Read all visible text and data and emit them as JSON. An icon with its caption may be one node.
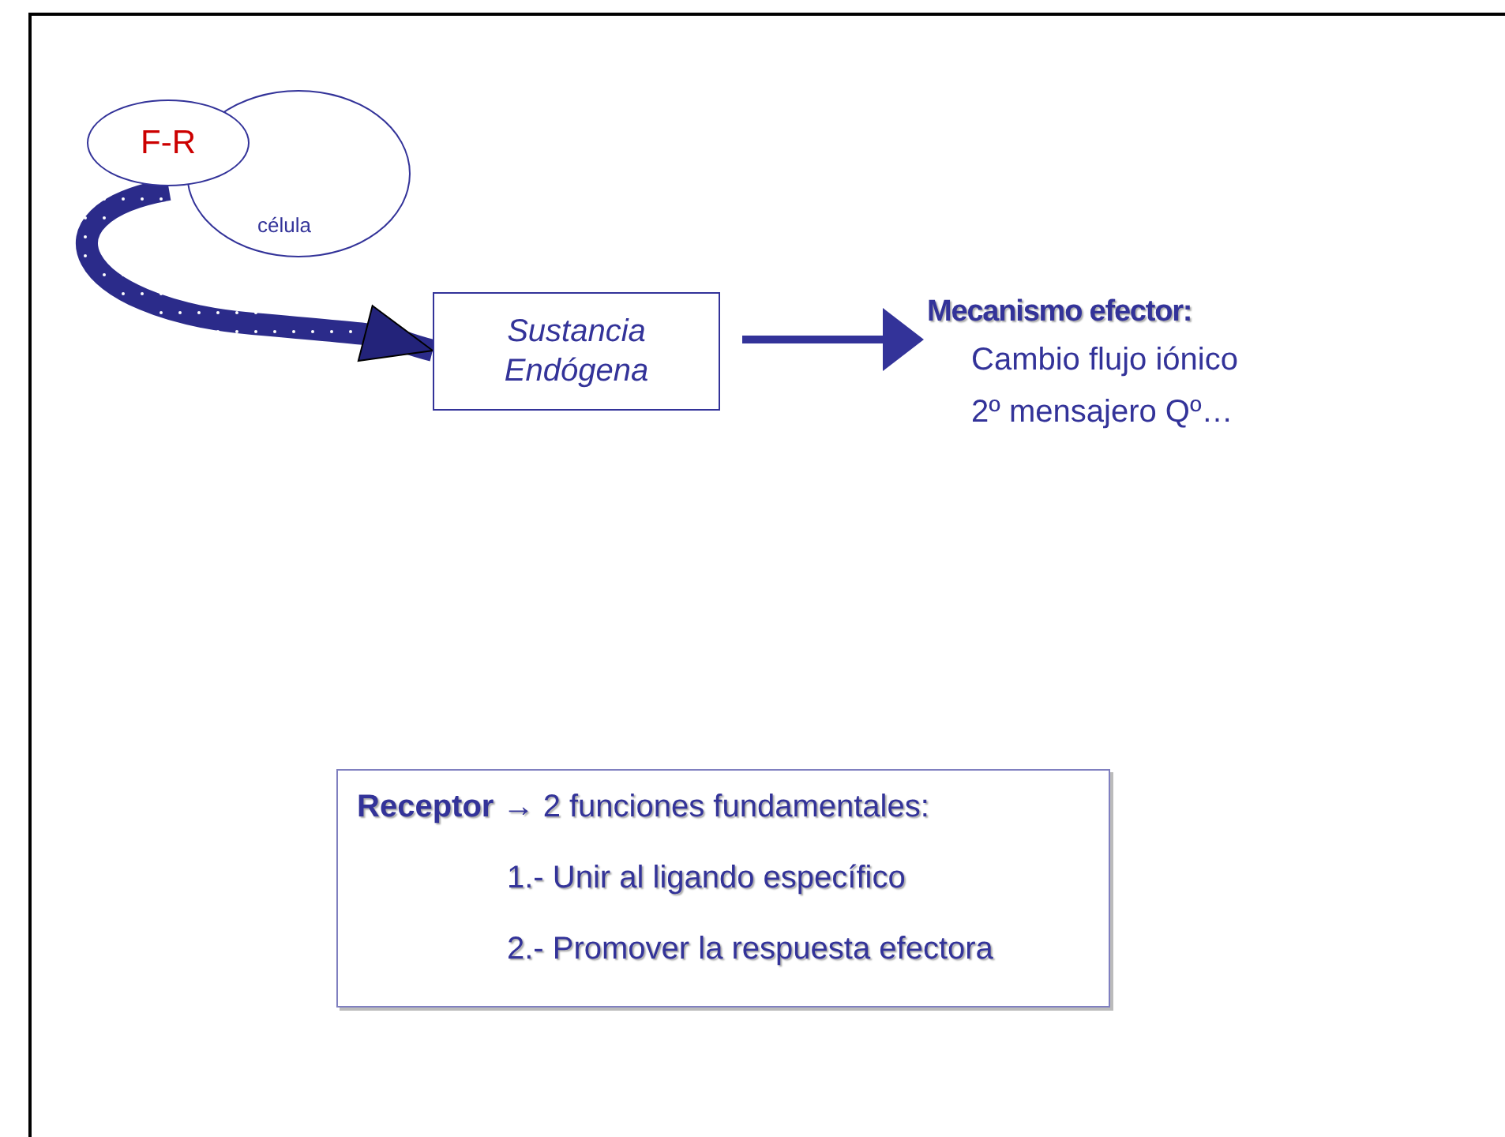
{
  "diagram": {
    "nodes": [
      {
        "text": [
          "célula"
        ]
      },
      {
        "text": [
          "F-R"
        ]
      },
      {
        "text": [
          "Sustancia Endógena"
        ]
      },
      {
        "text": [
          "Mecanismo efector:",
          "Cambio flujo iónico",
          "2º mensajero Qº…"
        ]
      },
      {
        "text": [
          "**Receptor** → 2 funciones fundamentales:",
          "1.- Unir al ligando específico",
          "2.- Promover la respuesta efectora"
        ]
      }
    ],
    "edges": [
      {
        "from": 1,
        "to": 2,
        "arrow": "to",
        "style": "thick"
      },
      {
        "from": 2,
        "to": 3,
        "arrow": "to"
      }
    ]
  }
}
